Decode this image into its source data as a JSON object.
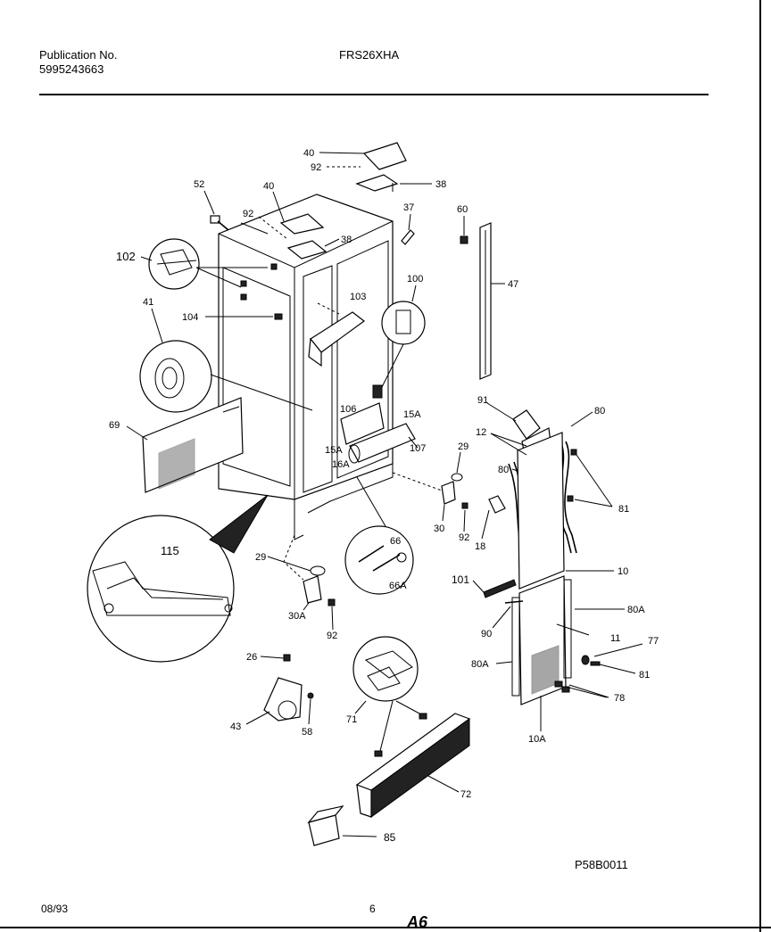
{
  "header": {
    "publication_label": "Publication No.",
    "publication_number": "5995243663",
    "model": "FRS26XHA"
  },
  "footer": {
    "date": "08/93",
    "page": "6",
    "mark": "A6"
  },
  "reference_code": "P58B0011",
  "callouts": {
    "c40a": "40",
    "c92a": "92",
    "c38a": "38",
    "c52": "52",
    "c40b": "40",
    "c92b": "92",
    "c38b": "38",
    "c37": "37",
    "c60": "60",
    "c102": "102",
    "c100": "100",
    "c47": "47",
    "c41": "41",
    "c104": "104",
    "c103": "103",
    "c69": "69",
    "c106": "106",
    "c15a1": "15A",
    "c15a2": "15A",
    "c16a": "16A",
    "c107": "107",
    "c91": "91",
    "c80a": "80",
    "c12": "12",
    "c80b": "80",
    "c81a": "81",
    "c29a": "29",
    "c30": "30",
    "c92c": "92",
    "c18": "18",
    "c115": "115",
    "c29b": "29",
    "c66": "66",
    "c66a": "66A",
    "c101": "101",
    "c10": "10",
    "c30a": "30A",
    "c92d": "92",
    "c90": "90",
    "c80a2": "80A",
    "c11": "11",
    "c77": "77",
    "c26": "26",
    "c80a3": "80A",
    "c81b": "81",
    "c43": "43",
    "c58": "58",
    "c71": "71",
    "c78": "78",
    "c10a": "10A",
    "c72": "72",
    "c85": "85"
  }
}
